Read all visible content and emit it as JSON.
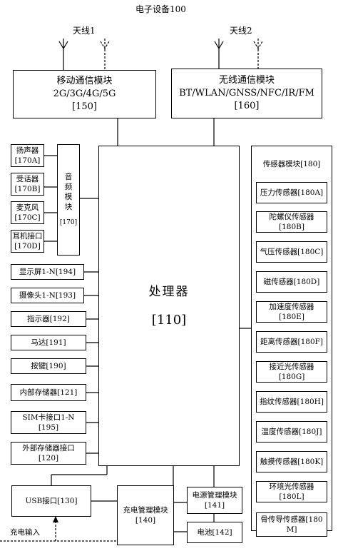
{
  "title": "电子设备100",
  "antenna1": "天线1",
  "antenna2": "天线2",
  "mobile": {
    "line1": "移动通信模块",
    "line2": "2G/3G/4G/5G",
    "num": "[150]"
  },
  "wireless": {
    "line1": "无线通信模块",
    "line2": "BT/WLAN/GNSS/NFC/IR/FM",
    "num": "[160]"
  },
  "processor": {
    "line1": "处理器",
    "num": "[110]"
  },
  "audio": {
    "label": "音频模块",
    "num": "[170]"
  },
  "audio_items": [
    {
      "line1": "扬声器",
      "line2": "[170A]"
    },
    {
      "line1": "受话器",
      "line2": "[170B]"
    },
    {
      "line1": "麦克风",
      "line2": "[170C]"
    },
    {
      "line1": "耳机接口",
      "line2": "[170D]"
    }
  ],
  "left_items": [
    {
      "line1": "显示屏1-N[194]",
      "line2": ""
    },
    {
      "line1": "摄像头1-N[193]",
      "line2": ""
    },
    {
      "line1": "指示器[192]",
      "line2": ""
    },
    {
      "line1": "马达[191]",
      "line2": ""
    },
    {
      "line1": "按键[190]",
      "line2": ""
    },
    {
      "line1": "内部存储器[121]",
      "line2": ""
    },
    {
      "line1": "SIM卡接口1-N",
      "line2": "[195]"
    },
    {
      "line1": "外部存储器接口",
      "line2": "[120]"
    }
  ],
  "sensor_module": "传感器模块[180]",
  "sensors": [
    "压力传感器[180A]",
    "陀螺仪传感器[180B]",
    "气压传感器[180C]",
    "磁传感器[180D]",
    "加速度传感器[180E]",
    "距离传感器[180F]",
    "接近光传感器[180G]",
    "指纹传感器[180H]",
    "温度传感器[180J]",
    "触摸传感器[180K]",
    "环境光传感器[180L]",
    "骨传导传感器[180M]"
  ],
  "usb": "USB接口[130]",
  "charge_mgmt": {
    "line1": "充电管理模块",
    "line2": "[140]"
  },
  "power_mgmt": {
    "line1": "电源管理模块",
    "line2": "[141]"
  },
  "battery": "电池[142]",
  "charge_input": "充电输入"
}
